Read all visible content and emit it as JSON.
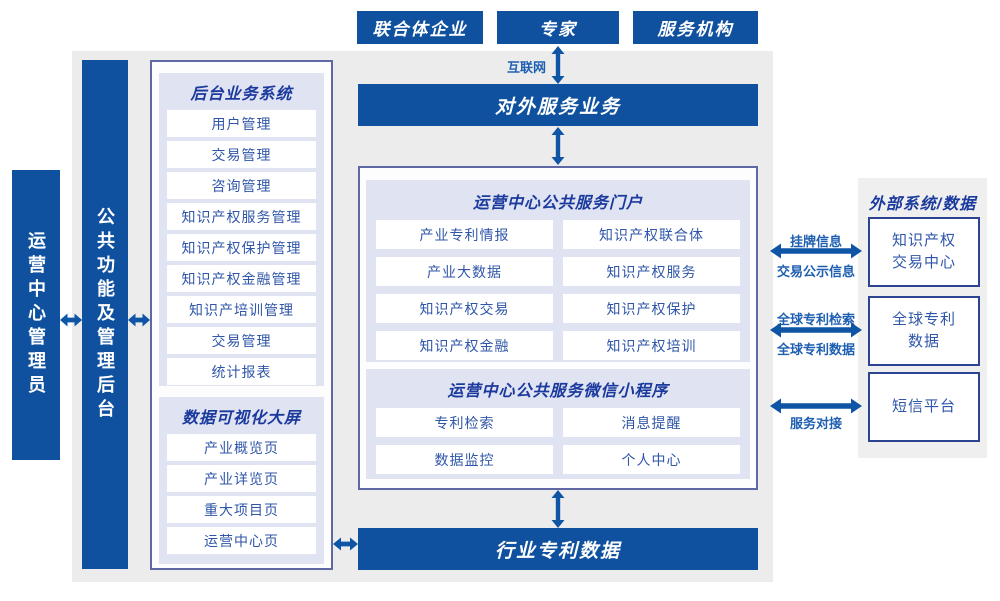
{
  "colors": {
    "primary_blue": "#0f519e",
    "arrow_blue": "#0f55a6",
    "panel_lavender": "#e0e3f1",
    "background_gray": "#ececec",
    "title_navy": "#1b3a9e",
    "item_blue": "#2f56a9",
    "label_blue": "#1e5fb2",
    "container_border": "#5f68a5",
    "extbox_border": "#2b4390"
  },
  "top_actors": [
    "联合体企业",
    "专家",
    "服务机构"
  ],
  "labels": {
    "internet": "互联网"
  },
  "bars": {
    "external_service": "对外服务业务",
    "industry_patent_data": "行业专利数据"
  },
  "left_bars": {
    "admin": "运营中心管理员",
    "mgmt_backend": "公共功能及管理后台"
  },
  "backend_panel": {
    "title": "后台业务系统",
    "items": [
      "用户管理",
      "交易管理",
      "咨询管理",
      "知识产权服务管理",
      "知识产权保护管理",
      "知识产权金融管理",
      "知识产培训管理",
      "交易管理",
      "统计报表"
    ]
  },
  "dashboard_panel": {
    "title": "数据可视化大屏",
    "items": [
      "产业概览页",
      "产业详览页",
      "重大项目页",
      "运营中心页"
    ]
  },
  "portal_panel": {
    "title": "运营中心公共服务门户",
    "items": [
      "产业专利情报",
      "知识产权联合体",
      "产业大数据",
      "知识产权服务",
      "知识产权交易",
      "知识产权保护",
      "知识产权金融",
      "知识产权培训"
    ]
  },
  "miniapp_panel": {
    "title": "运营中心公共服务微信小程序",
    "items": [
      "专利检索",
      "消息提醒",
      "数据监控",
      "个人中心"
    ]
  },
  "external_panel": {
    "title": "外部系统/数据",
    "boxes": [
      {
        "lines": [
          "知识产权",
          "交易中心"
        ]
      },
      {
        "lines": [
          "全球专利",
          "数据"
        ]
      },
      {
        "lines": [
          "短信平台"
        ]
      }
    ]
  },
  "link_labels": [
    {
      "top": "挂牌信息",
      "bottom": "交易公示信息"
    },
    {
      "top": "全球专利检索",
      "bottom": "全球专利数据"
    },
    {
      "bottom": "服务对接"
    }
  ]
}
